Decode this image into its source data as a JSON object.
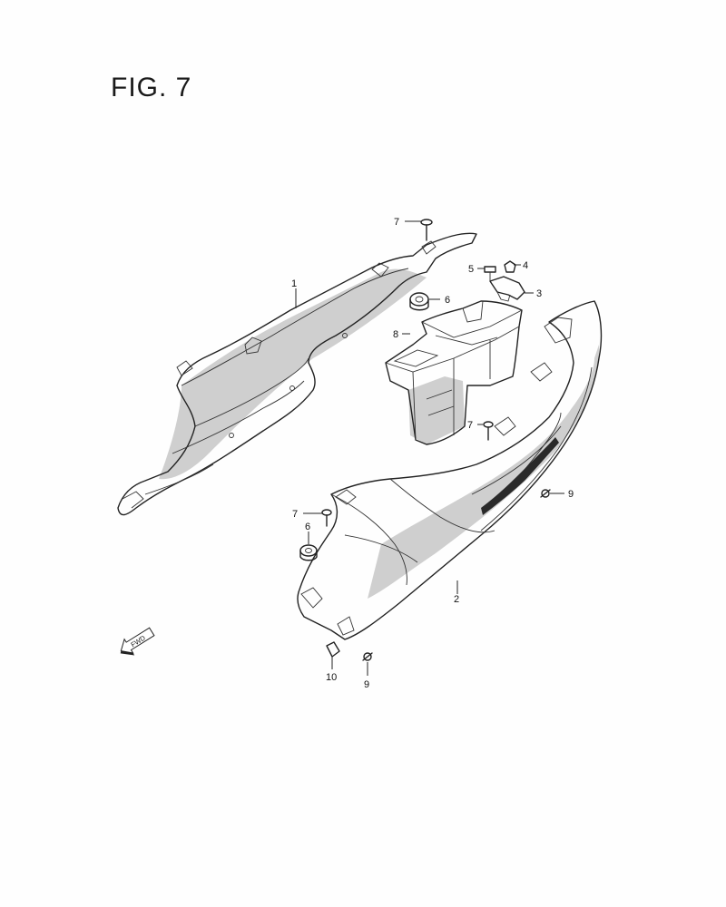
{
  "figure": {
    "title": "FIG. 7",
    "fwd_label": "FWD"
  },
  "callouts": [
    {
      "id": "c1",
      "label": "1"
    },
    {
      "id": "c2",
      "label": "2"
    },
    {
      "id": "c3",
      "label": "3"
    },
    {
      "id": "c4",
      "label": "4"
    },
    {
      "id": "c5",
      "label": "5"
    },
    {
      "id": "c6a",
      "label": "6"
    },
    {
      "id": "c6b",
      "label": "6"
    },
    {
      "id": "c7a",
      "label": "7"
    },
    {
      "id": "c7b",
      "label": "7"
    },
    {
      "id": "c7c",
      "label": "7"
    },
    {
      "id": "c8",
      "label": "8"
    },
    {
      "id": "c9a",
      "label": "9"
    },
    {
      "id": "c9b",
      "label": "9"
    },
    {
      "id": "c10",
      "label": "10"
    }
  ]
}
